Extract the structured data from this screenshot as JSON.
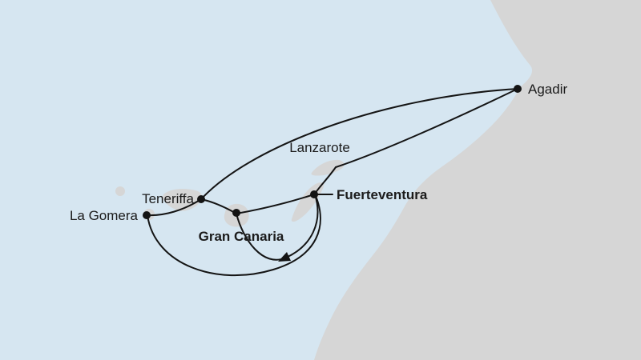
{
  "map": {
    "ports": [
      {
        "name": "Agadir",
        "emphasis": "regular"
      },
      {
        "name": "Lanzarote",
        "emphasis": "regular"
      },
      {
        "name": "Teneriffa",
        "emphasis": "regular"
      },
      {
        "name": "Fuerteventura",
        "emphasis": "bold"
      },
      {
        "name": "La Gomera",
        "emphasis": "regular"
      },
      {
        "name": "Gran Canaria",
        "emphasis": "bold"
      }
    ],
    "colors": {
      "sea": "#d6e6f1",
      "land": "#d6d6d6",
      "route": "#141414",
      "label": "#1b1b1b"
    }
  }
}
